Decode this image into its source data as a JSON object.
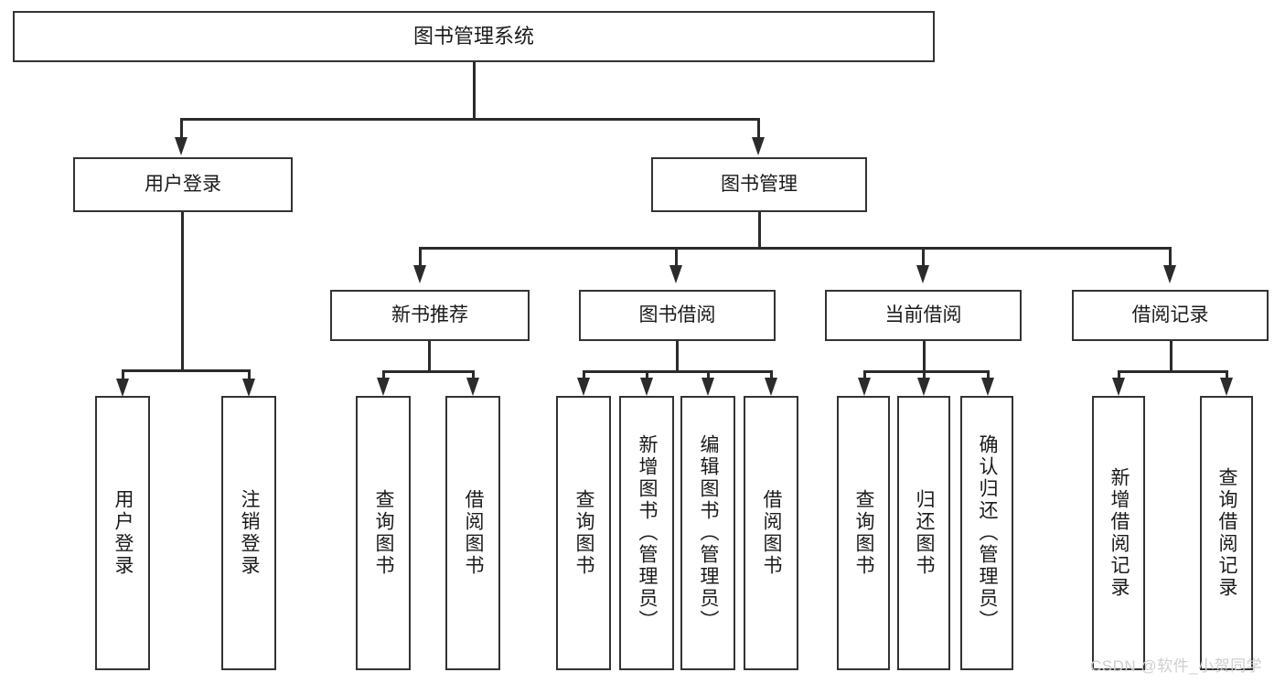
{
  "diagram": {
    "type": "hierarchy-tree",
    "title": "图书管理系统",
    "orientation": "top-down",
    "colors": {
      "box_border": "#333333",
      "box_fill": "#ffffff",
      "connector": "#2b2b2b",
      "text": "#1a1a1a",
      "watermark": "#cfcfcf"
    },
    "levels": {
      "root": "图书管理系统",
      "level2": [
        "用户登录",
        "图书管理"
      ],
      "level3": [
        "新书推荐",
        "图书借阅",
        "当前借阅",
        "借阅记录"
      ],
      "level4_count": 13
    }
  },
  "nodes": {
    "root": {
      "label": "图书管理系统"
    },
    "user_login": {
      "label": "用户登录"
    },
    "book_manage": {
      "label": "图书管理"
    },
    "new_book_rec": {
      "label": "新书推荐"
    },
    "book_borrow": {
      "label": "图书借阅"
    },
    "current_borrow": {
      "label": "当前借阅"
    },
    "borrow_record": {
      "label": "借阅记录"
    },
    "leaf_user_login": {
      "label": "用户登录"
    },
    "leaf_logout_login": {
      "label": "注销登录"
    },
    "leaf_query_book_1": {
      "label": "查询图书"
    },
    "leaf_borrow_book_1": {
      "label": "借阅图书"
    },
    "leaf_query_book_2": {
      "label": "查询图书"
    },
    "leaf_add_book_admin": {
      "label": "新增图书（管理员）"
    },
    "leaf_edit_book_admin": {
      "label": "编辑图书（管理员）"
    },
    "leaf_borrow_book_2": {
      "label": "借阅图书"
    },
    "leaf_query_book_3": {
      "label": "查询图书"
    },
    "leaf_return_book": {
      "label": "归还图书"
    },
    "leaf_confirm_return_admin": {
      "label": "确认归还（管理员）"
    },
    "leaf_add_borrow_record": {
      "label": "新增借阅记录"
    },
    "leaf_query_borrow_record": {
      "label": "查询借阅记录"
    }
  },
  "watermark": {
    "text": "CSDN @软件_小贺同学"
  }
}
